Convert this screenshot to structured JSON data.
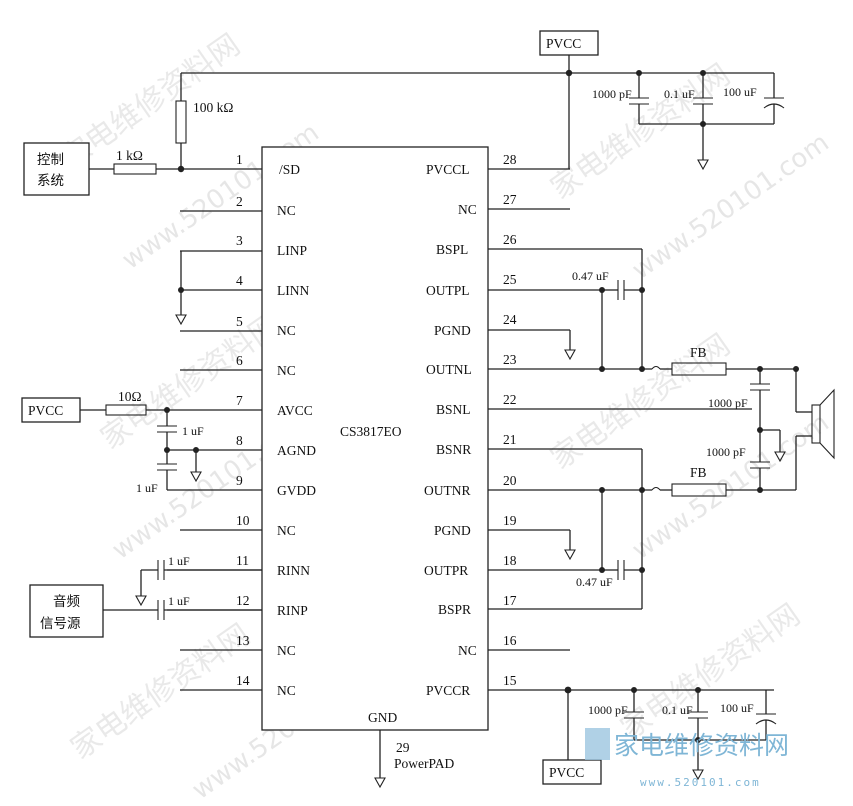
{
  "chip": {
    "name": "CS3817EO",
    "gnd_label": "GND",
    "powerpad_num": "29",
    "powerpad_label": "PowerPAD"
  },
  "left_pins": [
    {
      "num": "1",
      "name": "/SD"
    },
    {
      "num": "2",
      "name": "NC"
    },
    {
      "num": "3",
      "name": "LINP"
    },
    {
      "num": "4",
      "name": "LINN"
    },
    {
      "num": "5",
      "name": "NC"
    },
    {
      "num": "6",
      "name": "NC"
    },
    {
      "num": "7",
      "name": "AVCC"
    },
    {
      "num": "8",
      "name": "AGND"
    },
    {
      "num": "9",
      "name": "GVDD"
    },
    {
      "num": "10",
      "name": "NC"
    },
    {
      "num": "11",
      "name": "RINN"
    },
    {
      "num": "12",
      "name": "RINP"
    },
    {
      "num": "13",
      "name": "NC"
    },
    {
      "num": "14",
      "name": "NC"
    }
  ],
  "right_pins": [
    {
      "num": "28",
      "name": "PVCCL"
    },
    {
      "num": "27",
      "name": "NC"
    },
    {
      "num": "26",
      "name": "BSPL"
    },
    {
      "num": "25",
      "name": "OUTPL"
    },
    {
      "num": "24",
      "name": "PGND"
    },
    {
      "num": "23",
      "name": "OUTNL"
    },
    {
      "num": "22",
      "name": "BSNL"
    },
    {
      "num": "21",
      "name": "BSNR"
    },
    {
      "num": "20",
      "name": "OUTNR"
    },
    {
      "num": "19",
      "name": "PGND"
    },
    {
      "num": "18",
      "name": "OUTPR"
    },
    {
      "num": "17",
      "name": "BSPR"
    },
    {
      "num": "16",
      "name": "NC"
    },
    {
      "num": "15",
      "name": "PVCCR"
    }
  ],
  "blocks": {
    "control": [
      "控制",
      "系统"
    ],
    "audio": [
      "音频",
      "信号源"
    ],
    "pvcc": "PVCC"
  },
  "components": {
    "r_pullup": "100 kΩ",
    "r_series": "1 kΩ",
    "r_avcc": "10Ω",
    "c_avcc": "1 uF",
    "c_gvdd": "1 uF",
    "c_rinn": "1 uF",
    "c_rinp": "1 uF",
    "c_top_1000": "1000 pF",
    "c_top_01": "0.1 uF",
    "c_top_100": "100 uF",
    "c_bot_1000": "1000 pF",
    "c_bot_01": "0.1 uF",
    "c_bot_100": "100 uF",
    "c_bsl": "0.47 uF",
    "c_bsr": "0.47 uF",
    "fb_left": "FB",
    "fb_right": "FB",
    "c_out_l": "1000 pF",
    "c_out_r": "1000 pF"
  },
  "watermark": {
    "cn": "家电维修资料网",
    "url": "www.520101.com",
    "logo_cn": "家电维修资料网",
    "logo_url": "www.520101.com"
  }
}
